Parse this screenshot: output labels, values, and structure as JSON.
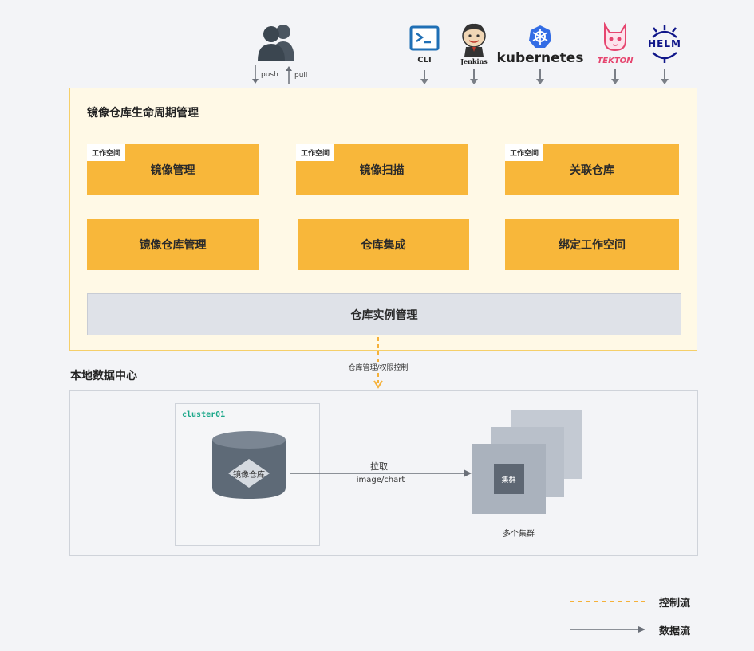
{
  "tools": {
    "push": "push",
    "pull": "pull",
    "cli": "CLI",
    "jenkins": "Jenkins",
    "kubernetes": "kubernetes",
    "tekton": "TEKTON",
    "helm": "HELM"
  },
  "lifecycle": {
    "title": "镜像仓库生命周期管理",
    "workspace_tag": "工作空间",
    "image_management": "镜像管理",
    "image_scan": "镜像扫描",
    "linked_registry": "关联仓库",
    "registry_management": "镜像仓库管理",
    "registry_integration": "仓库集成",
    "bind_workspace": "绑定工作空间",
    "instance_management": "仓库实例管理"
  },
  "connector": {
    "label": "仓库管理/权限控制"
  },
  "datacenter": {
    "title": "本地数据中心",
    "cluster_name": "cluster01",
    "registry_label": "镜像仓库",
    "pull_label": "拉取",
    "pull_sub": "image/chart",
    "cluster_card": "集群",
    "multi_cluster": "多个集群"
  },
  "legend": {
    "control_flow": "控制流",
    "data_flow": "数据流"
  },
  "colors": {
    "accent_yellow": "#f8b73a",
    "control_dash": "#f5b13a",
    "data_arrow": "#6b7079",
    "cluster_name": "#1aa789"
  }
}
